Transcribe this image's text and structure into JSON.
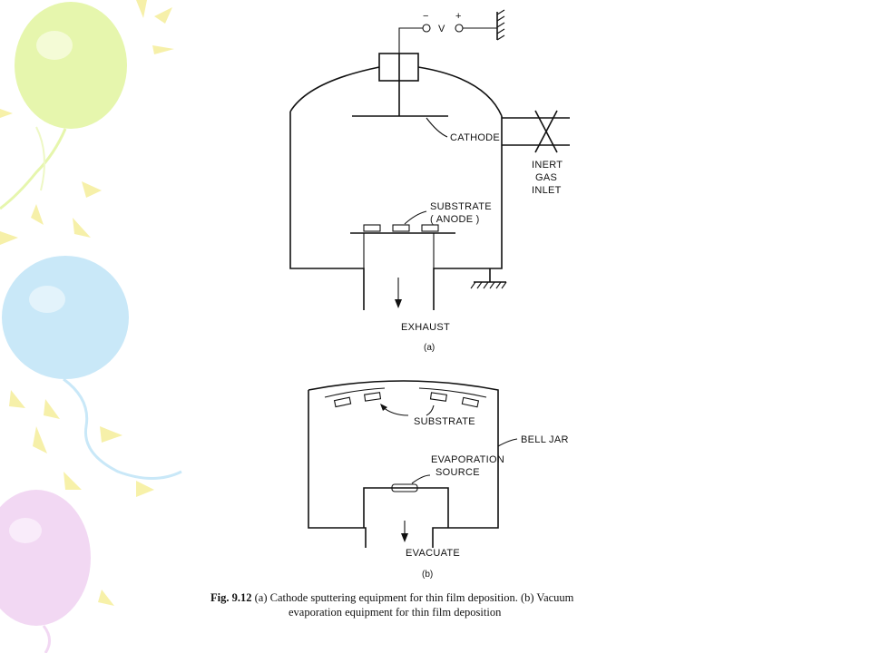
{
  "diagram_a": {
    "voltage_minus": "−",
    "voltage_plus": "+",
    "voltage_label": "V",
    "cathode_label": "CATHODE",
    "inlet_label_1": "INERT",
    "inlet_label_2": "GAS",
    "inlet_label_3": "INLET",
    "substrate_label": "SUBSTRATE",
    "anode_label": "( ANODE )",
    "exhaust_label": "EXHAUST",
    "part_label": "(a)"
  },
  "diagram_b": {
    "substrate_label": "SUBSTRATE",
    "bell_jar_label": "BELL JAR",
    "evap_label_1": "EVAPORATION",
    "evap_label_2": "SOURCE",
    "evacuate_label": "EVACUATE",
    "part_label": "(b)"
  },
  "caption": {
    "fig_label": "Fig. 9.12",
    "line1": "(a) Cathode sputtering equipment for thin film deposition. (b) Vacuum",
    "line2": "evaporation equipment for thin film deposition"
  },
  "colors": {
    "balloon_green": "#e4f5a8",
    "balloon_blue": "#c5e6f7",
    "balloon_pink": "#f1d6f2",
    "sun_ray": "#f7f0a0"
  }
}
